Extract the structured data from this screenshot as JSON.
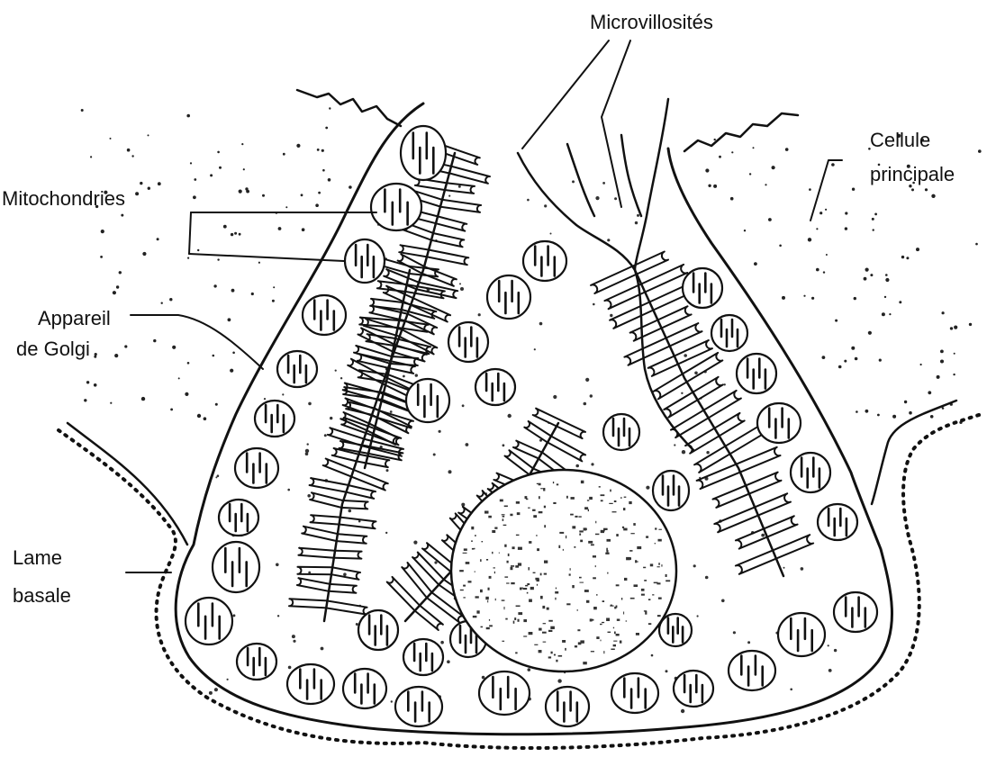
{
  "labels": {
    "microvillosites": "Microvillosités",
    "cellule_principale_line1": "Cellule",
    "cellule_principale_line2": "principale",
    "mitochondries": "Mitochondries",
    "golgi_line1": "Appareil",
    "golgi_line2": "de Golgi",
    "lame_line1": "Lame",
    "lame_line2": "basale"
  },
  "colors": {
    "ink": "#111111",
    "background": "#ffffff"
  }
}
